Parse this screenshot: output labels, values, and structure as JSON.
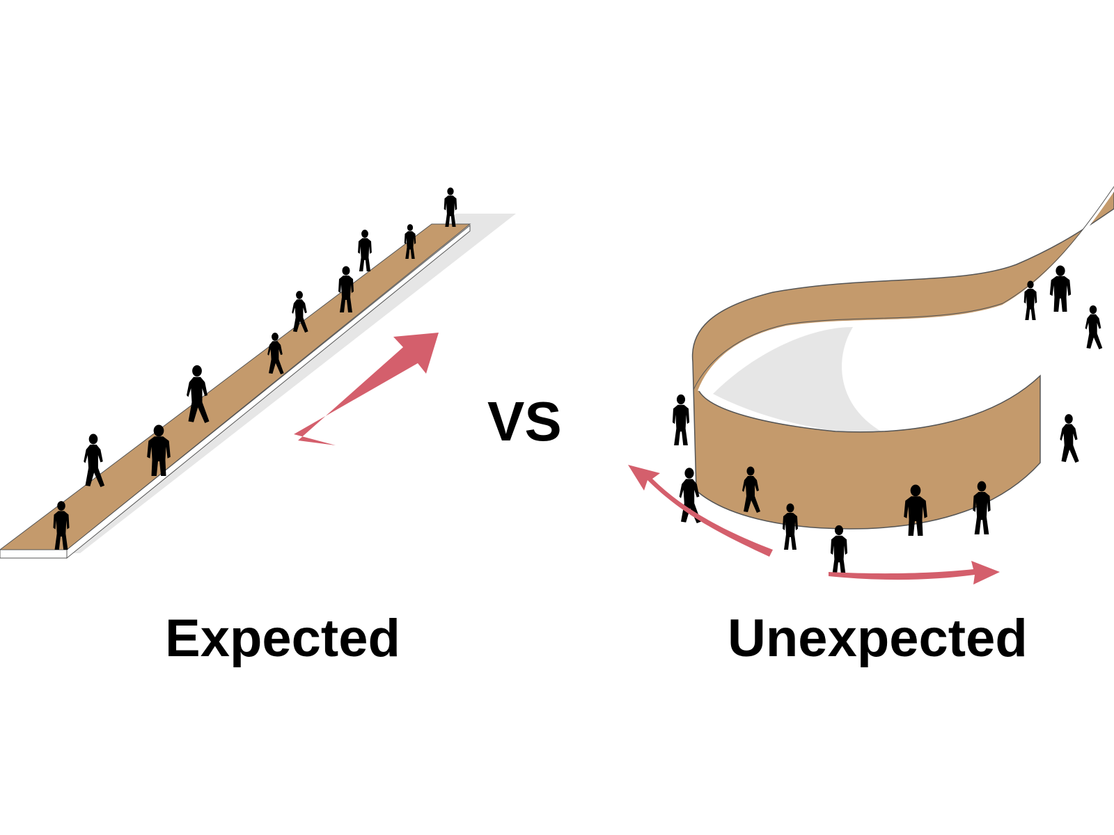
{
  "labels": {
    "expected": "Expected",
    "vs": "VS",
    "unexpected": "Unexpected"
  },
  "colors": {
    "walkway": "#c49a6c",
    "shadow": "#e6e6e6",
    "arrow": "#d45f6c",
    "figure": "#000000",
    "edge": "#ffffff",
    "outline": "#555555"
  },
  "icons": {
    "person": "person-silhouette-icon",
    "direction": "direction-arrow-icon"
  }
}
